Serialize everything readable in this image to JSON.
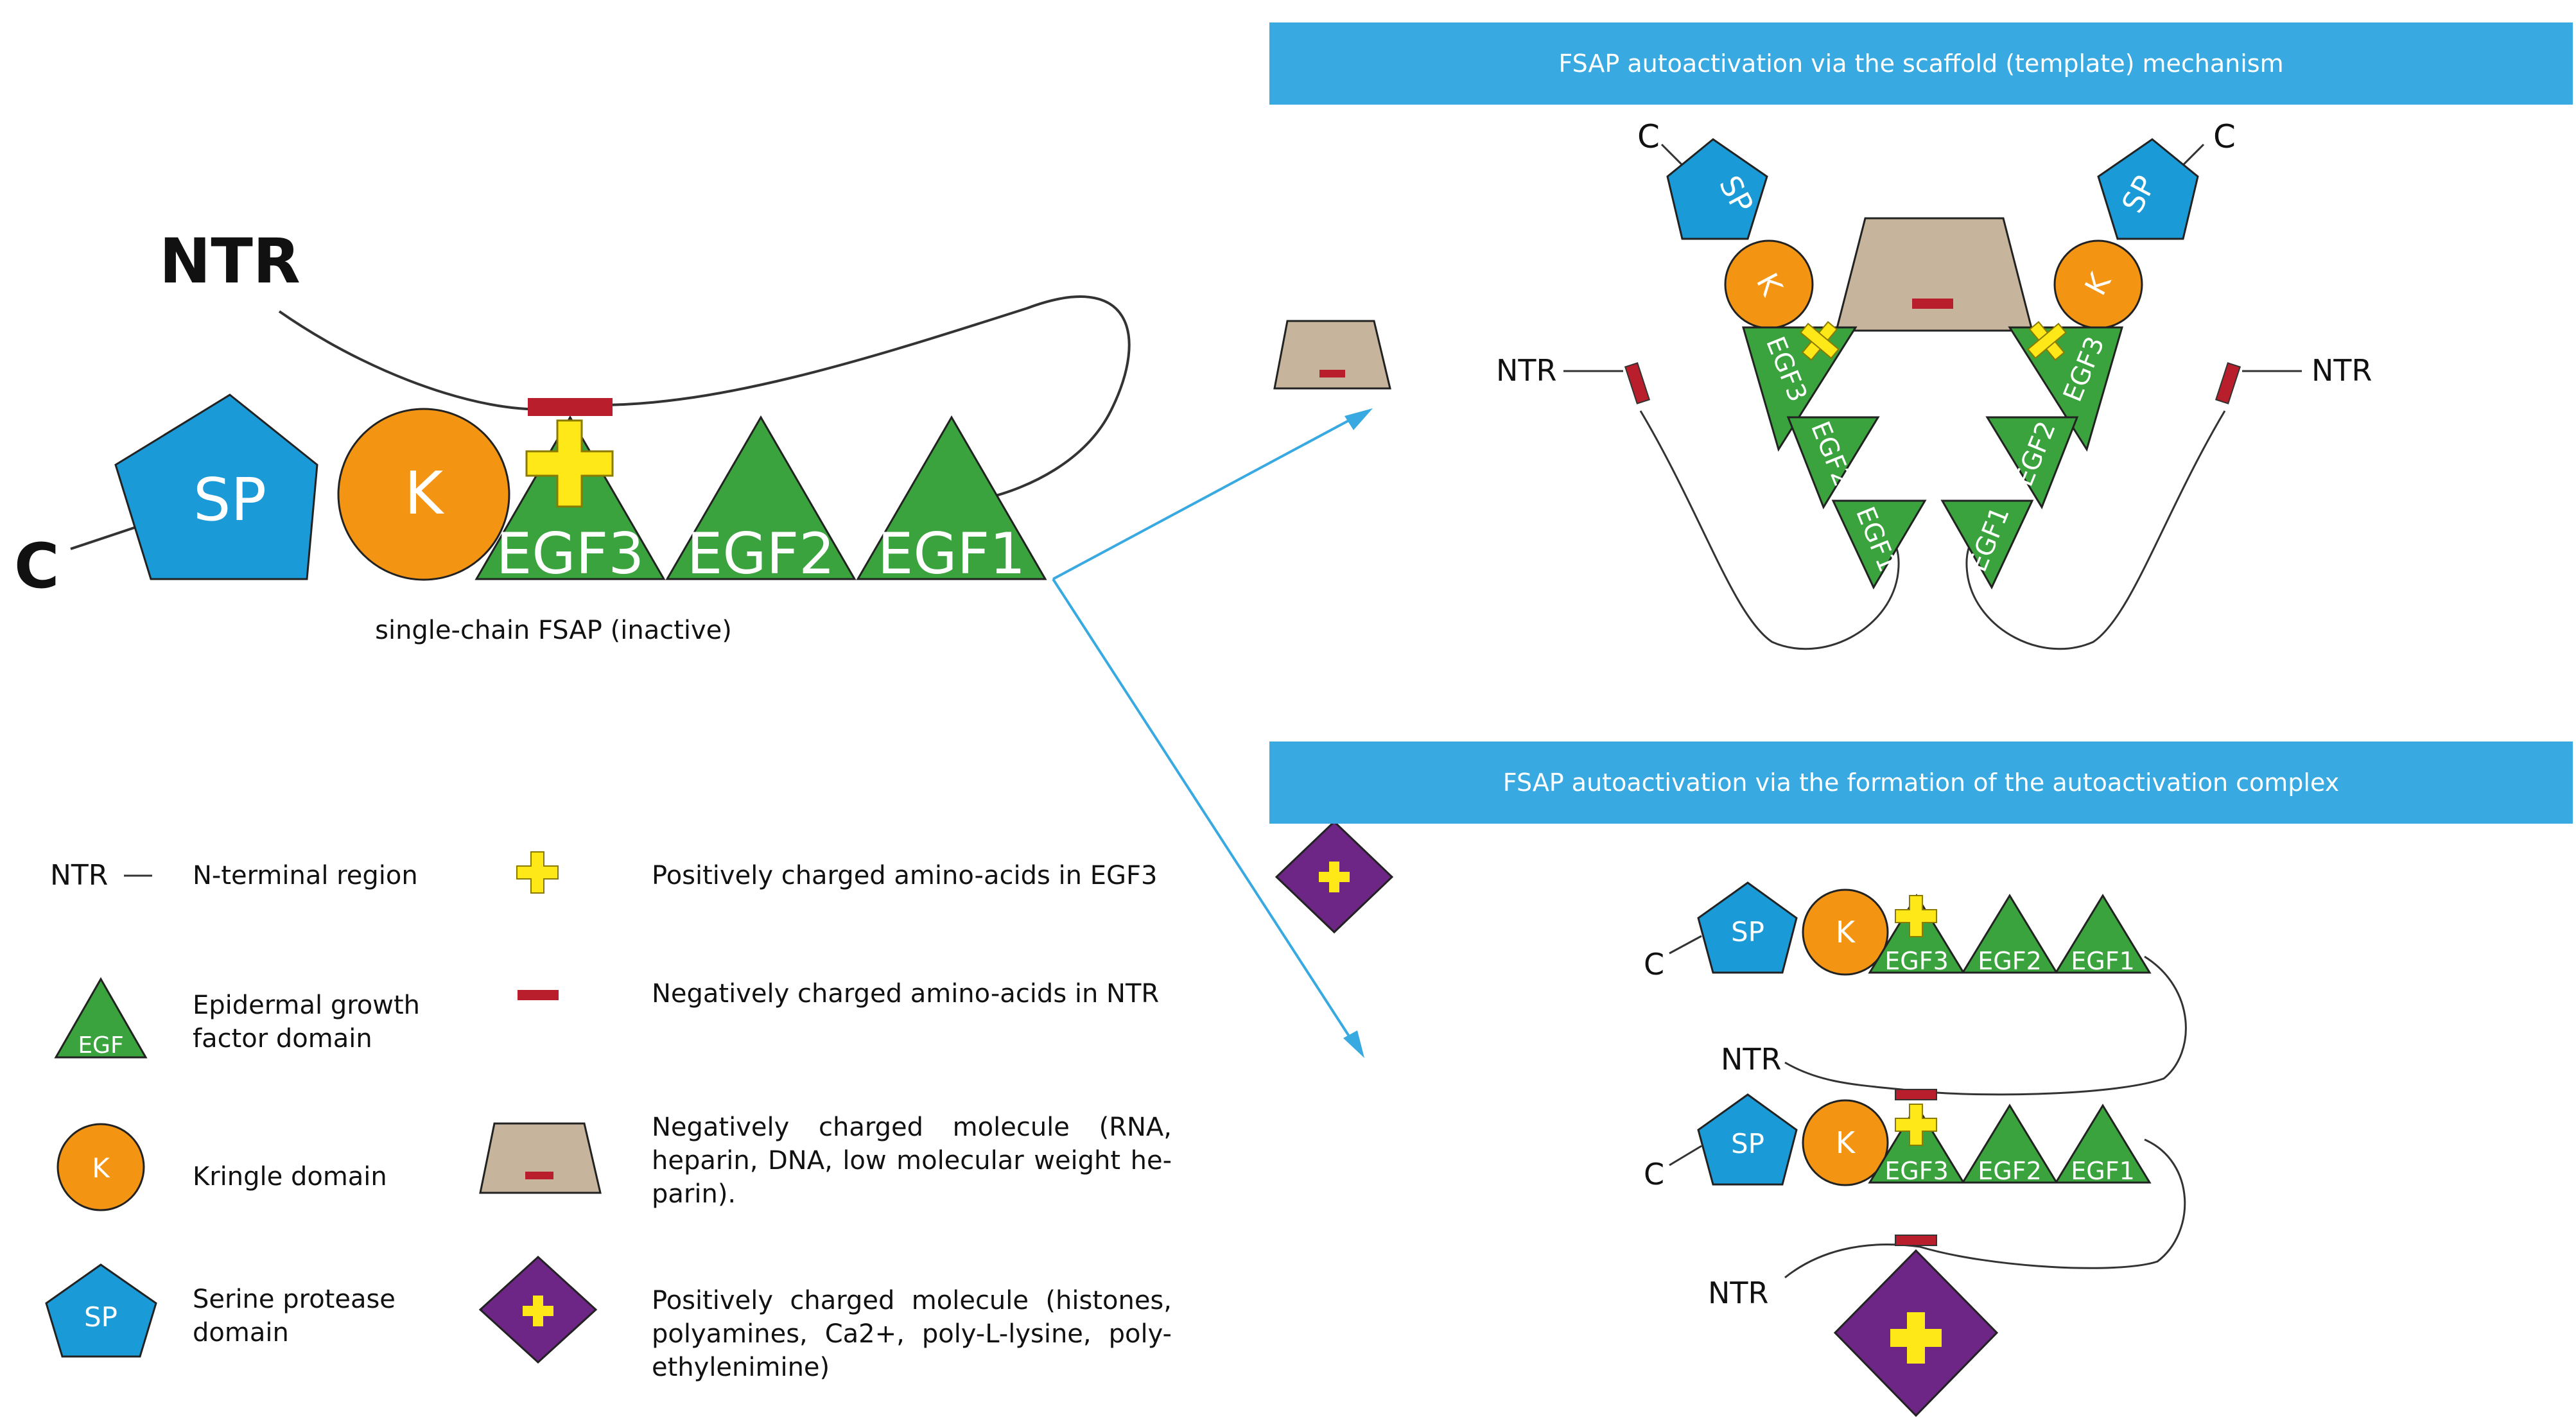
{
  "colors": {
    "banner": "#38a9e1",
    "sp": "#1b9ad8",
    "kringle": "#f39512",
    "egf": "#3aa33d",
    "positive_charge": "#ffe817",
    "negative_charge": "#b81e2b",
    "neg_molecule": "#c6b59c",
    "pos_molecule": "#6d2586",
    "arrow": "#38a9e1",
    "line": "#333333"
  },
  "icons": [
    "pentagon-sp",
    "circle-kringle",
    "triangle-egf",
    "plus-sign",
    "minus-bar",
    "trapezoid-molecule",
    "diamond-molecule"
  ],
  "left": {
    "ntr_label": "NTR",
    "c_label": "C",
    "domains": {
      "sp": "SP",
      "k": "K",
      "egf3": "EGF3",
      "egf2": "EGF2",
      "egf1": "EGF1"
    },
    "caption": "single-chain FSAP (inactive)"
  },
  "scaffold": {
    "title": "FSAP autoactivation via the scaffold (template) mechanism",
    "c_left": "C",
    "c_right": "C",
    "ntr_left": "NTR",
    "ntr_right": "NTR",
    "sp": "SP",
    "k": "K",
    "egf3": "EGF3",
    "egf2": "EGF2",
    "egf1": "EGF1"
  },
  "complex": {
    "title": "FSAP autoactivation via the formation of the autoactivation complex",
    "c_label": "C",
    "ntr_label": "NTR",
    "sp": "SP",
    "k": "K",
    "egf3": "EGF3",
    "egf2": "EGF2",
    "egf1": "EGF1"
  },
  "legend": {
    "ntr_key": "NTR",
    "ntr": "N-terminal region",
    "egf_icon": "EGF",
    "egf": "Epidermal growth factor domain",
    "k_icon": "K",
    "kringle": "Kringle domain",
    "sp_icon": "SP",
    "sp": "Serine protease domain",
    "pos_aa": "Positively charged amino-acids in EGF3",
    "neg_aa": "Negatively charged amino-acids in NTR",
    "neg_mol": "Negatively charged molecule (RNA, heparin, DNA, low molecular weight he-parin).",
    "pos_mol": "Positively charged molecule (histones, polyamines, Ca2+, poly-L-lysine, poly-ethylenimine)"
  }
}
